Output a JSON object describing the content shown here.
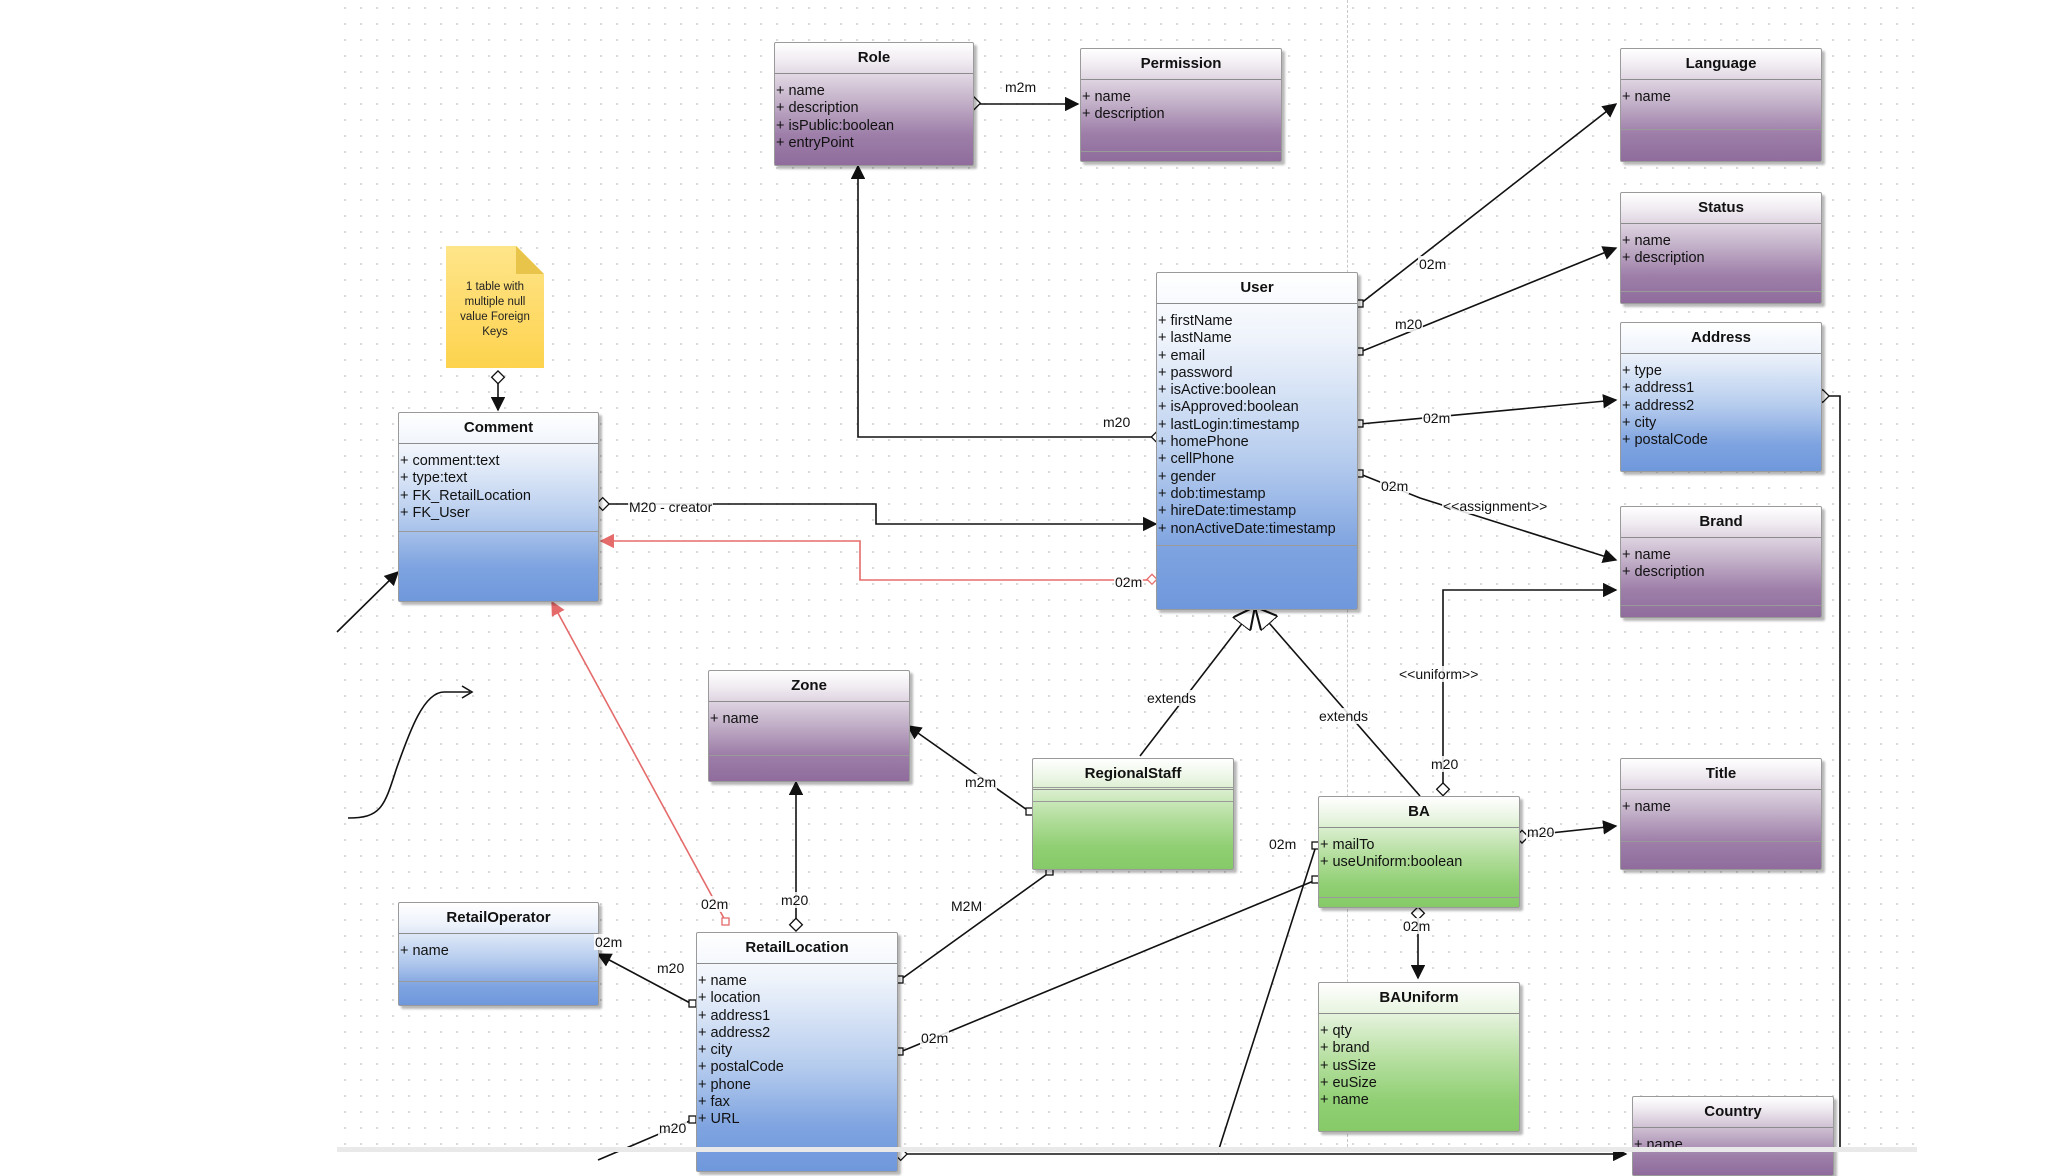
{
  "classes": {
    "role": {
      "name": "Role",
      "attrs": [
        "+ name",
        "+ description",
        "+ isPublic:boolean",
        "+ entryPoint"
      ]
    },
    "permission": {
      "name": "Permission",
      "attrs": [
        "+ name",
        "+ description"
      ]
    },
    "language": {
      "name": "Language",
      "attrs": [
        "+ name"
      ]
    },
    "status": {
      "name": "Status",
      "attrs": [
        "+ name",
        "+ description"
      ]
    },
    "user": {
      "name": "User",
      "attrs": [
        "+ firstName",
        "+ lastName",
        "+ email",
        "+ password",
        "+ isActive:boolean",
        "+ isApproved:boolean",
        "+ lastLogin:timestamp",
        "+ homePhone",
        "+ cellPhone",
        "+ gender",
        "+ dob:timestamp",
        "+ hireDate:timestamp",
        "+ nonActiveDate:timestamp"
      ]
    },
    "address": {
      "name": "Address",
      "attrs": [
        "+ type",
        "+ address1",
        "+ address2",
        "+ city",
        "+ postalCode"
      ]
    },
    "brand": {
      "name": "Brand",
      "attrs": [
        "+ name",
        "+ description"
      ]
    },
    "comment": {
      "name": "Comment",
      "attrs": [
        "+ comment:text",
        "+ type:text",
        "+ FK_RetailLocation",
        "+ FK_User"
      ]
    },
    "zone": {
      "name": "Zone",
      "attrs": [
        "+ name"
      ]
    },
    "regionalstaff": {
      "name": "RegionalStaff",
      "attrs": []
    },
    "ba": {
      "name": "BA",
      "attrs": [
        "+ mailTo",
        "+ useUniform:boolean"
      ]
    },
    "title": {
      "name": "Title",
      "attrs": [
        "+ name"
      ]
    },
    "retailoperator": {
      "name": "RetailOperator",
      "attrs": [
        "+ name"
      ]
    },
    "retaillocation": {
      "name": "RetailLocation",
      "attrs": [
        "+ name",
        "+ location",
        "+ address1",
        "+ address2",
        "+ city",
        "+ postalCode",
        "+ phone",
        "+ fax",
        "+ URL"
      ]
    },
    "bauniform": {
      "name": "BAUniform",
      "attrs": [
        "+ qty",
        "+ brand",
        "+ usSize",
        "+ euSize",
        "+ name"
      ]
    },
    "country": {
      "name": "Country",
      "attrs": [
        "+ name"
      ]
    }
  },
  "note": {
    "text": "1 table with multiple null value Foreign Keys"
  },
  "labels": {
    "role_perm": "m2m",
    "user_lang": "02m",
    "user_status": "m20",
    "user_address": "02m",
    "user_brand_mult": "02m",
    "user_brand_stereo": "<<assignment>>",
    "user_role": "m20",
    "comment_user": "M20 - creator",
    "user_comment": "02m",
    "rs_extends": "extends",
    "ba_extends": "extends",
    "uniform_stereo": "<<uniform>>",
    "ba_brand_mult": "m20",
    "zone_rs": "m2m",
    "ba_title": "m20",
    "ba_left": "02m",
    "rl_comment": "02m",
    "rl_zone": "m20",
    "rs_rl": "M2M",
    "ro_rl_a": "02m",
    "ro_rl_b": "m20",
    "ba_bau": "02m",
    "rl_ba": "02m",
    "rl_bottom": "m20"
  },
  "colors": {
    "purple": "#8f6c9c",
    "blue": "#6f98dc",
    "green": "#86ca68",
    "note": "#fdd34e",
    "wire": "#111111",
    "red_wire": "#e56b6b"
  }
}
